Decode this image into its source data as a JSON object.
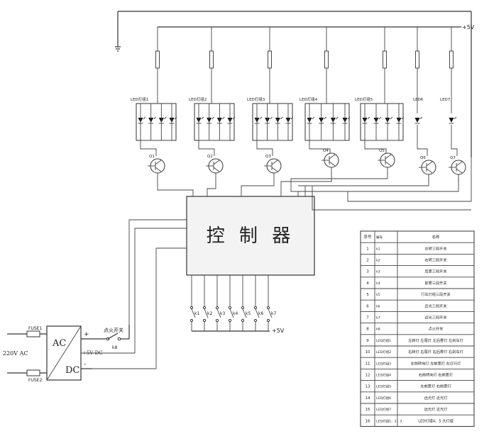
{
  "controller": {
    "label": "控 制 器"
  },
  "power": {
    "input_label": "220V AC",
    "fuse1": "FUSE1",
    "fuse2": "FUSE2",
    "ac_label": "AC",
    "dc_label": "DC",
    "plus": "+",
    "minus": "-",
    "out_label": "+5V DC",
    "switch_label": "点火开关",
    "switch_id": "k8"
  },
  "top_rail": {
    "right_label": "+5V"
  },
  "led_groups": [
    {
      "label": "LED灯组1"
    },
    {
      "label": "LED灯组2"
    },
    {
      "label": "LED灯组3"
    },
    {
      "label": "LED灯组4"
    },
    {
      "label": "LED灯组5"
    },
    {
      "label": "LED6"
    },
    {
      "label": "LED7"
    }
  ],
  "transistors": [
    "Q1",
    "Q2",
    "Q3",
    "Q4",
    "Q5",
    "Q6",
    "Q7"
  ],
  "keys": {
    "labels": [
      "k1",
      "k2",
      "k3",
      "k4",
      "k5",
      "k6",
      "k7"
    ],
    "supply": "+5V"
  },
  "table": {
    "headers": [
      "序号",
      "编号",
      "名称"
    ],
    "rows": [
      [
        "1",
        "k1",
        "左转三段开关"
      ],
      [
        "2",
        "k2",
        "右转三段开关"
      ],
      [
        "3",
        "k3",
        "后雾三段开关"
      ],
      [
        "4",
        "k4",
        "前雾三段开关"
      ],
      [
        "5",
        "k5",
        "行车灯组三段开关"
      ],
      [
        "6",
        "k6",
        "近光三段开关"
      ],
      [
        "7",
        "k7",
        "远光三段开关"
      ],
      [
        "8",
        "k8",
        "点火开关"
      ],
      [
        "9",
        "LED灯组1",
        "左转灯 左尾灯 左后雾灯 左刹车灯"
      ],
      [
        "10",
        "LED灯组2",
        "右转灯 右尾灯 右后雾灯 右刹车灯"
      ],
      [
        "11",
        "LED灯组3",
        "左前转向灯 左前雾灯 左日行灯"
      ],
      [
        "12",
        "LED灯组4",
        "右前转向灯 右前雾灯"
      ],
      [
        "13",
        "LED灯组5",
        "左前雾灯 右前雾灯"
      ],
      [
        "14",
        "LED灯组6",
        "远光灯 近光灯"
      ],
      [
        "15",
        "LED灯组7",
        "远光灯 近光灯"
      ],
      [
        "16",
        "LED灯组1、2、3",
        "LED灯组4、5 大灯组"
      ]
    ]
  }
}
